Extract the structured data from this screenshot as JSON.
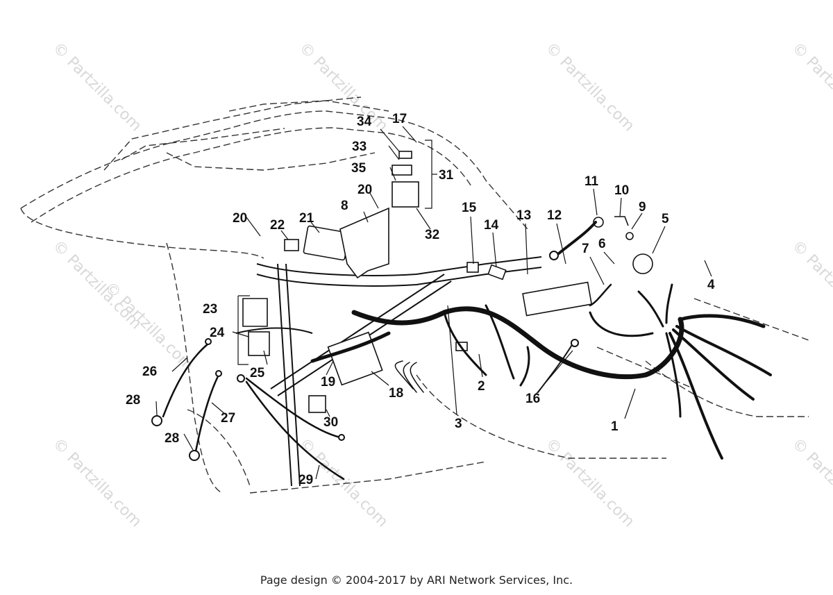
{
  "watermark": "© Partzilla.com",
  "footer": "Page design © 2004-2017 by ARI Network Services, Inc.",
  "callouts": [
    "1",
    "2",
    "3",
    "4",
    "5",
    "6",
    "7",
    "8",
    "9",
    "10",
    "11",
    "12",
    "13",
    "14",
    "15",
    "16",
    "17",
    "18",
    "19",
    "20",
    "20",
    "21",
    "22",
    "23",
    "24",
    "25",
    "26",
    "27",
    "28",
    "28",
    "29",
    "30",
    "31",
    "32",
    "33",
    "34",
    "35"
  ],
  "colors": {
    "line": "#111111",
    "dashed": "#333333",
    "watermark": "#d8d8d8"
  }
}
